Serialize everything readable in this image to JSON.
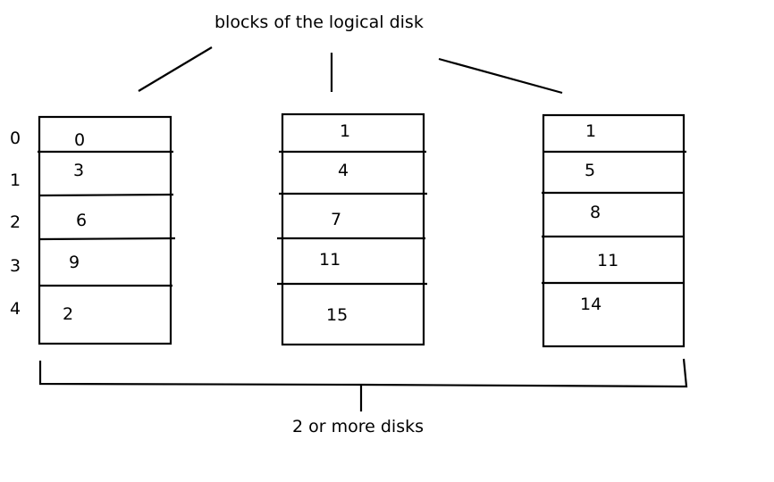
{
  "title": "blocks of the logical disk",
  "footer": "2 or more disks",
  "row_labels": [
    "0",
    "1",
    "2",
    "3",
    "4"
  ],
  "disks": [
    {
      "blocks": [
        "0",
        "3",
        "6",
        "9",
        "2"
      ]
    },
    {
      "blocks": [
        "1",
        "4",
        "7",
        "11",
        "15"
      ]
    },
    {
      "blocks": [
        "1",
        "5",
        "8",
        "11",
        "14"
      ]
    }
  ]
}
